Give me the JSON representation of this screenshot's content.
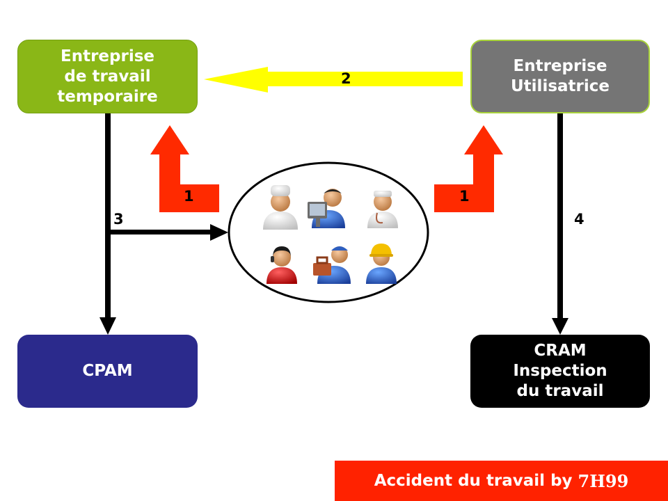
{
  "boxes": {
    "ett": {
      "lines": [
        "Entreprise",
        "de travail",
        "temporaire"
      ],
      "color": "#8ab717"
    },
    "eu": {
      "lines": [
        "Entreprise",
        "Utilisatrice"
      ],
      "color": "#757575"
    },
    "cpam": {
      "lines": [
        "CPAM"
      ],
      "color": "#2b2a8c"
    },
    "cram": {
      "lines": [
        "CRAM",
        "Inspection",
        "du travail"
      ],
      "color": "#000000"
    }
  },
  "arrow_labels": {
    "left_up": "1",
    "right_up": "1",
    "horizontal": "2",
    "branch": "3",
    "down_right": "4"
  },
  "workers_group": {
    "icons": [
      "chef-icon",
      "office-worker-icon",
      "doctor-icon",
      "call-center-agent-icon",
      "mechanic-icon",
      "construction-worker-icon"
    ]
  },
  "footer": {
    "text": "Accident du travail by",
    "brand": "7H99"
  },
  "colors": {
    "arrow_red": "#ff2a00",
    "arrow_yellow": "#ffff00",
    "accent": "#ff2200"
  }
}
